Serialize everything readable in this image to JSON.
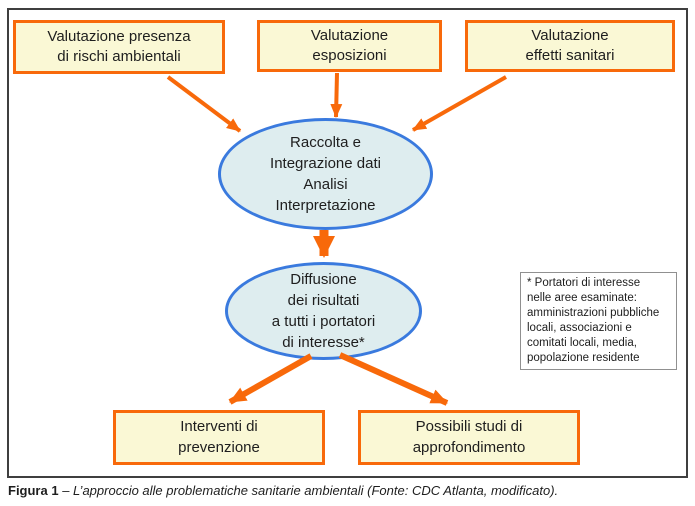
{
  "colors": {
    "box_fill": "#FAF8D5",
    "box_border": "#F8690A",
    "ellipse_fill": "#DEEDEF",
    "ellipse_border": "#3A7ADE",
    "arrow": "#F8690A",
    "note_fill": "#FFFFFF",
    "note_border": "#909090",
    "frame_border": "#3F3F3F",
    "text": "#1E1E1E"
  },
  "diagram": {
    "top_boxes": [
      {
        "label": "Valutazione presenza\ndi rischi ambientali"
      },
      {
        "label": "Valutazione\nesposizioni"
      },
      {
        "label": "Valutazione\neffetti sanitari"
      }
    ],
    "process_ellipse": {
      "label": "Raccolta e\nIntegrazione dati\nAnalisi\nInterpretazione"
    },
    "diffusion_ellipse": {
      "label": "Diffusione\ndei risultati\na tutti i portatori\ndi interesse*"
    },
    "note": {
      "label": "* Portatori di interesse\nnelle aree esaminate:\namministrazioni pubbliche\nlocali, associazioni e\ncomitati locali, media,\npopolazione  residente"
    },
    "bottom_boxes": [
      {
        "label": "Interventi di\nprevenzione"
      },
      {
        "label": "Possibili studi di\napprofondimento"
      }
    ]
  },
  "caption": {
    "label": "Figura 1",
    "text": "– L’approccio alle problematiche sanitarie ambientali (Fonte: CDC Atlanta, modificato)."
  }
}
